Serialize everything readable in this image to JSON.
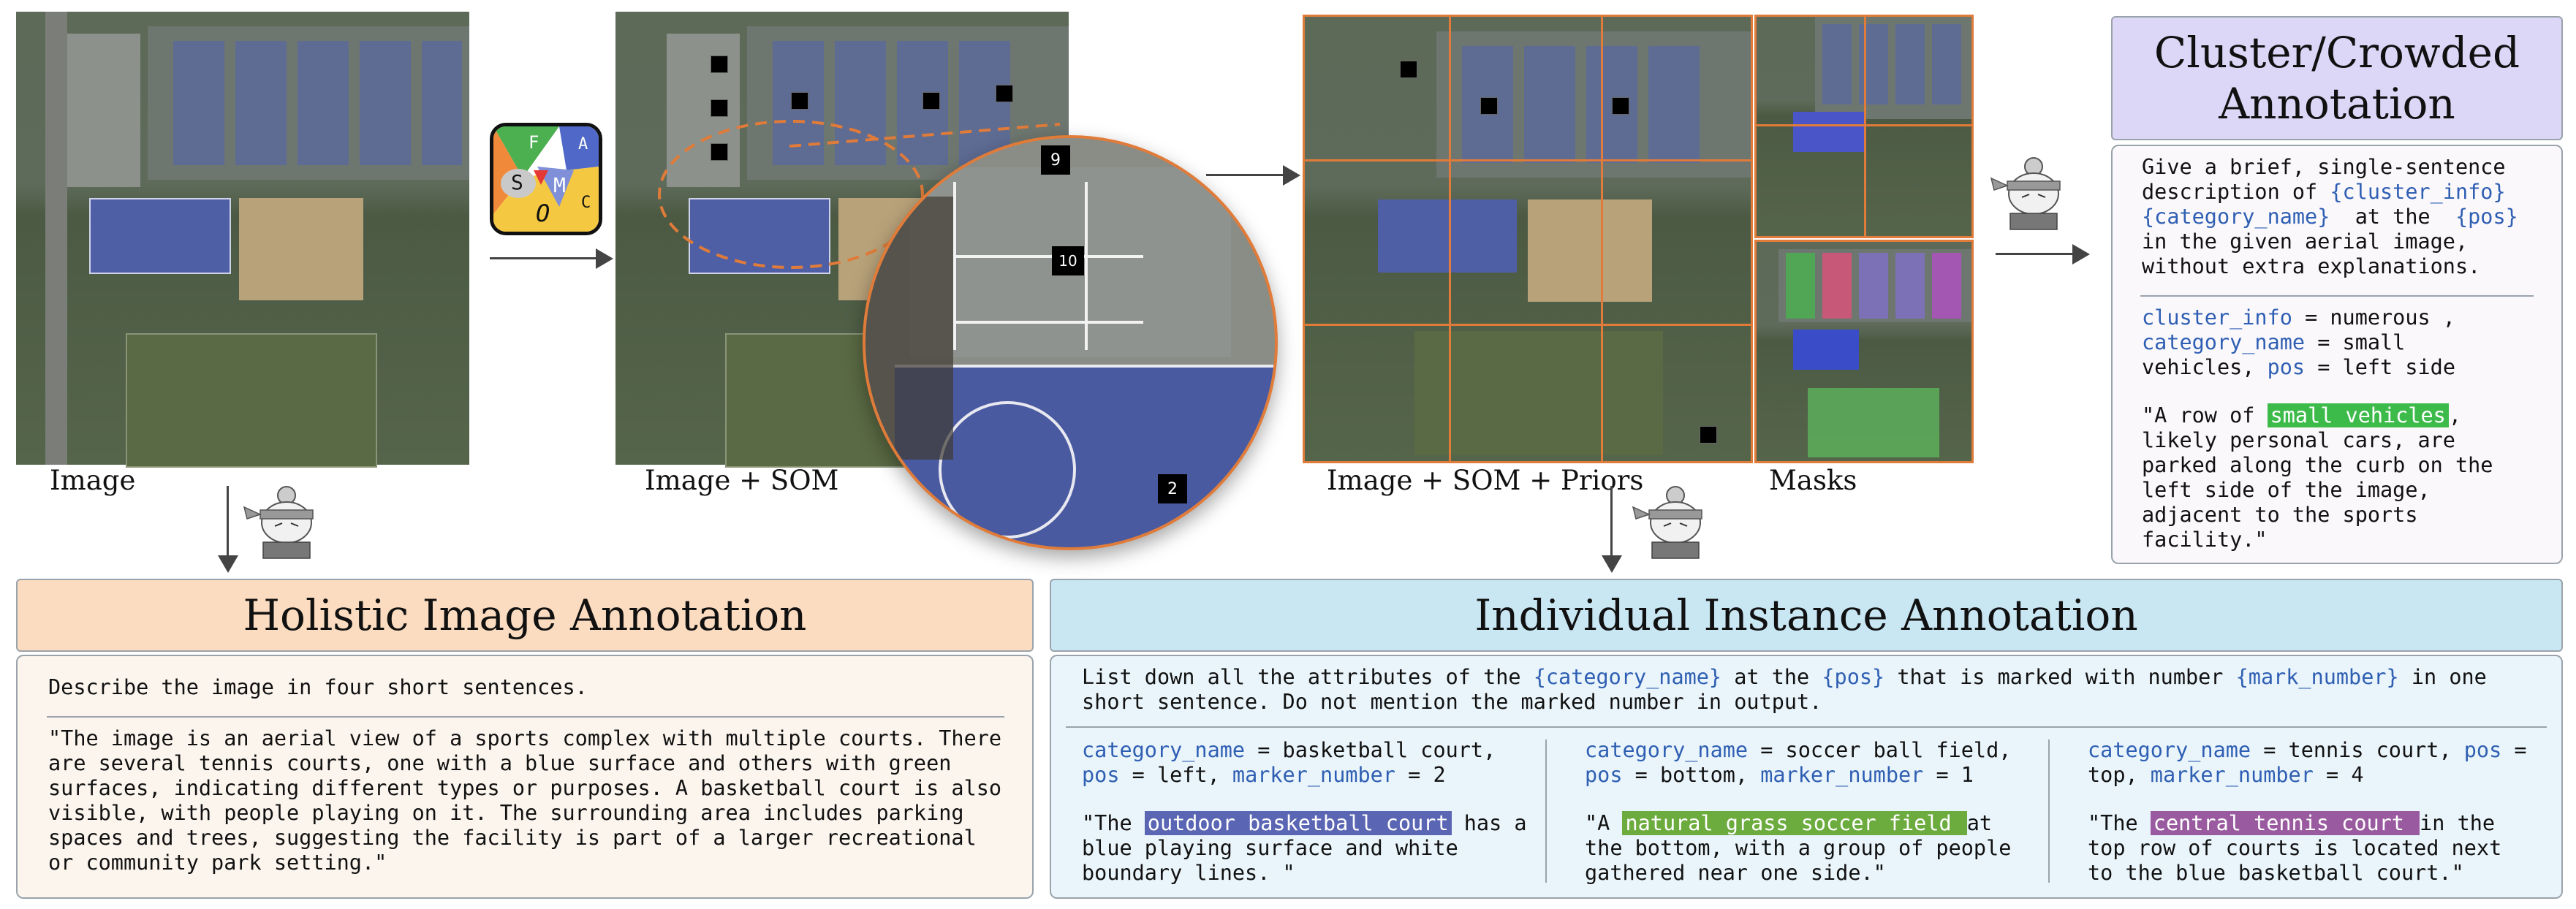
{
  "stage_captions": {
    "image": "Image",
    "image_som": "Image + SOM",
    "image_som_priors": "Image + SOM + Priors",
    "masks": "Masks"
  },
  "som_logo": {
    "letters": [
      "F",
      "S",
      "M",
      "O",
      "A",
      "C"
    ]
  },
  "zoom_marks": [
    "9",
    "10",
    "2"
  ],
  "cluster": {
    "title_line1": "Cluster/Crowded",
    "title_line2": "Annotation",
    "prompt_lines": [
      "Give a brief, single-sentence",
      "description of {cluster_info}",
      "{category_name} at the {pos}",
      "in the given aerial image,",
      "without extra explanations."
    ],
    "params_line1_key": "cluster_info",
    "params_line1_val": " = numerous ,",
    "params_line2_key": "category_name",
    "params_line2_val": " = small",
    "params_line3_a": "vehicles, ",
    "params_line3_key": "pos",
    "params_line3_val": " = left side",
    "answer_pre": "\"A row of ",
    "answer_hl": "small vehicles",
    "answer_post": ",",
    "answer_lines": [
      "likely personal cars, are",
      "parked along the curb on the",
      "left side of the image,",
      "adjacent to the sports",
      "facility.\""
    ]
  },
  "holistic": {
    "title": "Holistic Image Annotation",
    "prompt": "Describe the image in four short sentences.",
    "answer_lines": [
      "\"The image is an aerial view of a sports complex with multiple courts. There",
      "are several tennis courts, one with a blue surface and others with green",
      "surfaces, indicating different types or purposes. A basketball court is also",
      "visible, with people playing on it. The surrounding area includes parking",
      "spaces and trees, suggesting the facility is part of a larger recreational",
      "or community park setting.\""
    ]
  },
  "individual": {
    "title": "Individual Instance Annotation",
    "prompt_a": "List down all the attributes of the ",
    "prompt_k1": "{category_name}",
    "prompt_b": " at the ",
    "prompt_k2": "{pos}",
    "prompt_c": " that is marked with number ",
    "prompt_k3": "{mark_number}",
    "prompt_d": " in one",
    "prompt_line2": "short sentence. Do not mention the marked number in output.",
    "examples": [
      {
        "l1_key": "category_name",
        "l1_val": " = basketball court,",
        "l2_key1": "pos",
        "l2_mid": " = left, ",
        "l2_key2": "marker_number",
        "l2_val": " = 2",
        "ans_pre": "\"The ",
        "ans_hl": "outdoor basketball court",
        "ans_post": " has a",
        "ans_lines": [
          "blue playing surface and white",
          "boundary lines. \""
        ],
        "hl_color": "#5a66b4"
      },
      {
        "l1_key": "category_name",
        "l1_val": " = soccer ball field,",
        "l2_key1": "pos",
        "l2_mid": " = bottom, ",
        "l2_key2": "marker_number",
        "l2_val": " = 1",
        "ans_pre": "\"A ",
        "ans_hl": "natural grass soccer field ",
        "ans_post": "at",
        "ans_lines": [
          "the bottom, with a group of people",
          "gathered near one side.\""
        ],
        "hl_color": "#6cab3e"
      },
      {
        "l1_key": "category_name",
        "l1_val": " = tennis court, ",
        "l1_key_b": "pos",
        "l1_val_b": " =",
        "l2_a": "top, ",
        "l2_key2": "marker_number",
        "l2_val": " = 4",
        "ans_pre": "\"The ",
        "ans_hl": "central tennis court ",
        "ans_post": "in the",
        "ans_lines": [
          "top row of courts is located next",
          "to the blue basketball court.\""
        ],
        "hl_color": "#9a5aa0"
      }
    ]
  },
  "colors": {
    "holistic_head": "#fbdcc0",
    "holistic_body": "#fcf5ee",
    "individual_head": "#c9e6f3",
    "individual_body": "#eaf5fb",
    "cluster_head": "#dcd6f7",
    "cluster_body": "#fbf8fc",
    "keyword": "#2f5fb3",
    "orange": "#e07b39"
  }
}
